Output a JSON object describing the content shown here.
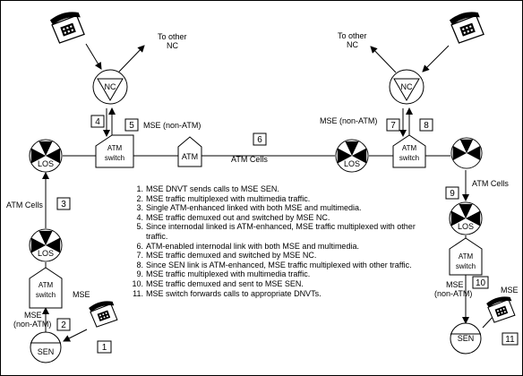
{
  "to_other_nc": "To other\nNC",
  "nc_label": "NC",
  "los_label": "LOS",
  "sen_label": "SEN",
  "atm_label": "ATM",
  "atm_switch_label": "ATM\nswitch",
  "mse_label": "MSE",
  "mse_non_atm_label": "MSE (non-ATM)",
  "mse_non_atm_stacked": "MSE\n(non-ATM)",
  "atm_cells_label": "ATM Cells",
  "step_numbers": [
    "1",
    "2",
    "3",
    "4",
    "5",
    "6",
    "7",
    "8",
    "9",
    "10",
    "11"
  ],
  "legend": [
    {
      "num": "1.",
      "text": "MSE DNVT sends calls to MSE SEN."
    },
    {
      "num": "2.",
      "text": "MSE traffic multiplexed with multimedia traffic."
    },
    {
      "num": "3.",
      "text": "Single ATM-enhanced linked with both MSE and multimedia."
    },
    {
      "num": "4.",
      "text": "MSE traffic demuxed out and switched by MSE NC."
    },
    {
      "num": "5.",
      "text": "Since internodal linked is ATM-enhanced, MSE traffic multiplexed with other traffic."
    },
    {
      "num": "6.",
      "text": "ATM-enabled internodal link with both MSE and multimedia."
    },
    {
      "num": "7.",
      "text": "MSE traffic demuxed and switched by MSE NC."
    },
    {
      "num": "8.",
      "text": "Since SEN link is ATM-enhanced, MSE traffic multiplexed with other traffic."
    },
    {
      "num": "9.",
      "text": "MSE traffic multiplexed with multimedia traffic."
    },
    {
      "num": "10.",
      "text": "MSE traffic demuxed and sent to MSE SEN."
    },
    {
      "num": "11.",
      "text": "MSE switch forwards calls to appropriate DNVTs."
    }
  ]
}
